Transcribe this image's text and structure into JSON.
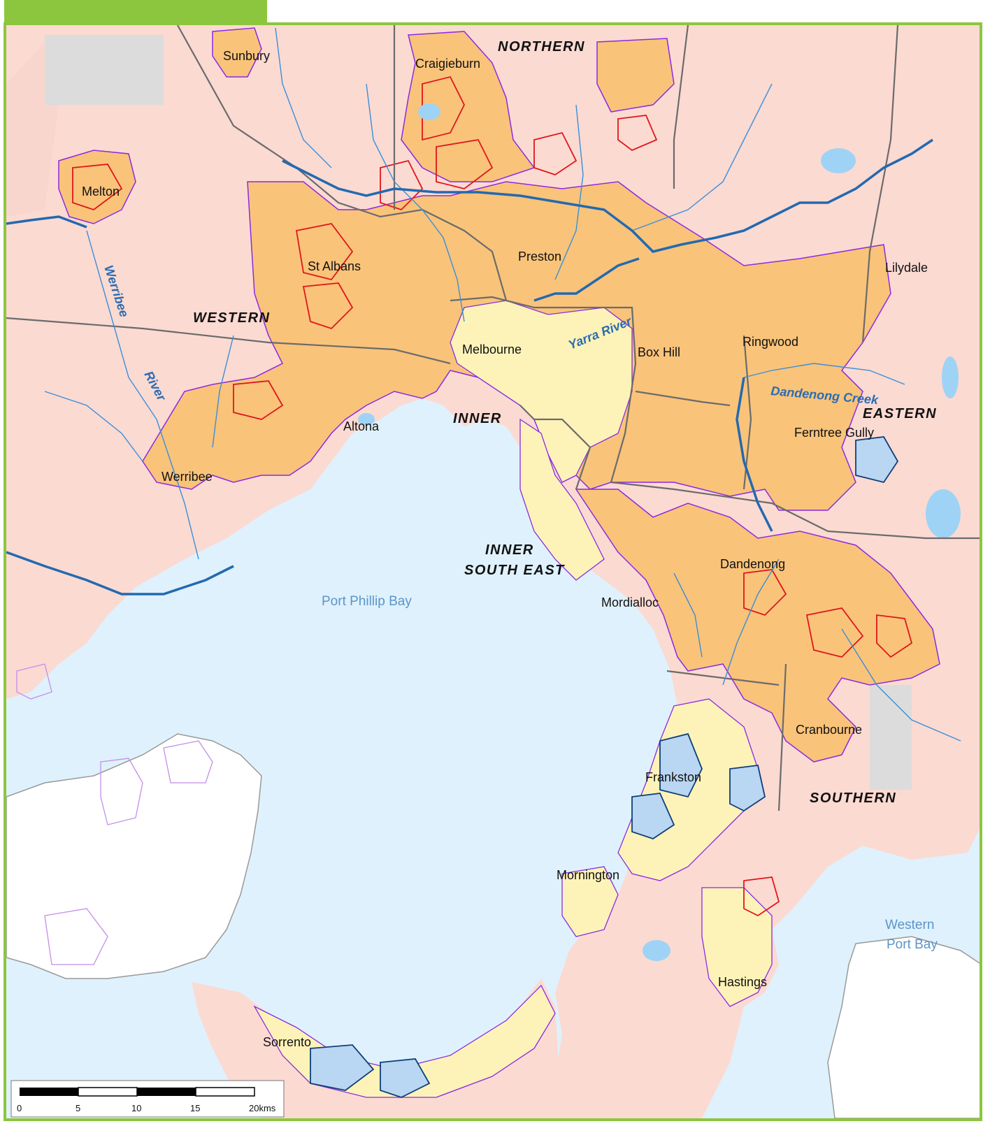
{
  "colors": {
    "frame_border": "#8cc63f",
    "sea": "#dff1fc",
    "land_rural": "#fbdad2",
    "urban_zone": "#f9c37a",
    "urban_light": "#fdf3b8",
    "high_heat_outline": "#e0161b",
    "cool_outline": "#0f3f7a",
    "region_boundary": "#6b6b6b",
    "waterway": "#3a8fd9",
    "major_river": "#2369b0",
    "growth_boundary": "#8a2be2"
  },
  "regions": [
    "NORTHERN",
    "WESTERN",
    "INNER",
    "EASTERN",
    "INNER",
    "SOUTH EAST",
    "SOUTHERN"
  ],
  "towns": [
    "Sunbury",
    "Craigieburn",
    "Melton",
    "Preston",
    "Lilydale",
    "St Albans",
    "Ringwood",
    "Box Hill",
    "Melbourne",
    "Altona",
    "Ferntree Gully",
    "Werribee",
    "Dandenong",
    "Mordialloc",
    "Cranbourne",
    "Frankston",
    "Mornington",
    "Hastings",
    "Sorrento"
  ],
  "water_bodies": [
    "Port Phillip Bay",
    "Western",
    "Port Bay"
  ],
  "rivers": [
    "Werribee",
    "River",
    "Yarra River",
    "Dandenong Creek"
  ],
  "scale_bar": {
    "ticks": [
      "0",
      "5",
      "10",
      "15",
      "20kms"
    ]
  }
}
